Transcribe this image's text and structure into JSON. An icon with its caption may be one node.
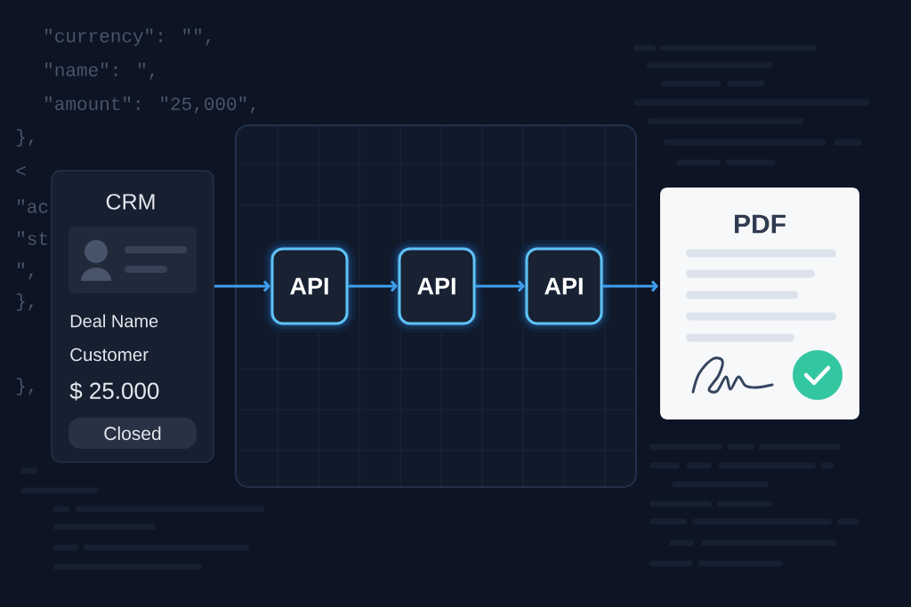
{
  "diagram": {
    "nodes": [
      {
        "text": [
          "CRM",
          "Deal Name",
          "Customer",
          "$ 25.000"
        ]
      },
      {
        "text": [
          "Closed"
        ],
        "in": 0
      },
      {
        "text": [],
        "shape": "box"
      },
      {
        "text": [
          "API"
        ],
        "in": 2
      },
      {
        "text": [
          "API"
        ],
        "in": 2
      },
      {
        "text": [
          "API"
        ],
        "in": 2
      },
      {
        "text": [
          "PDF"
        ]
      }
    ],
    "edges": [
      {
        "from": 0,
        "to": 3,
        "arrow": "to"
      },
      {
        "from": 3,
        "to": 4,
        "arrow": "to"
      },
      {
        "from": 4,
        "to": 5,
        "arrow": "to"
      },
      {
        "from": 5,
        "to": 6,
        "arrow": "to"
      }
    ],
    "labels": [
      "\"currency\": \"\",",
      "\"name\": \",",
      "\"amount\": \"25,000\",",
      "},",
      "<",
      "\"ac",
      "\"st",
      "\",",
      "},",
      "},"
    ]
  }
}
